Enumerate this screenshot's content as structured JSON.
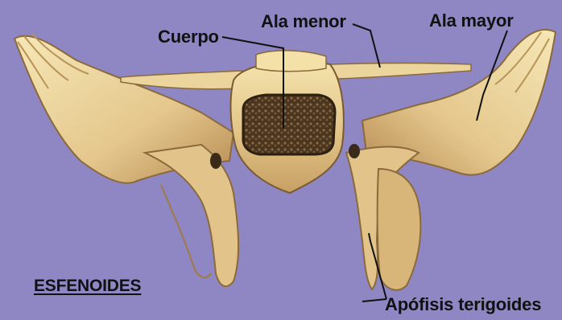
{
  "labels": {
    "cuerpo": "Cuerpo",
    "ala_menor": "Ala menor",
    "ala_mayor": "Ala mayor",
    "esfenoides": "ESFENOIDES",
    "apofisis": "Apófisis terigoides"
  },
  "colors": {
    "background": "#8f86c4",
    "bone_light": "#f1dfa6",
    "bone_mid": "#d9b877",
    "bone_dark": "#9a7440",
    "sinus_dark": "#3a2a1a",
    "text": "#111111"
  }
}
